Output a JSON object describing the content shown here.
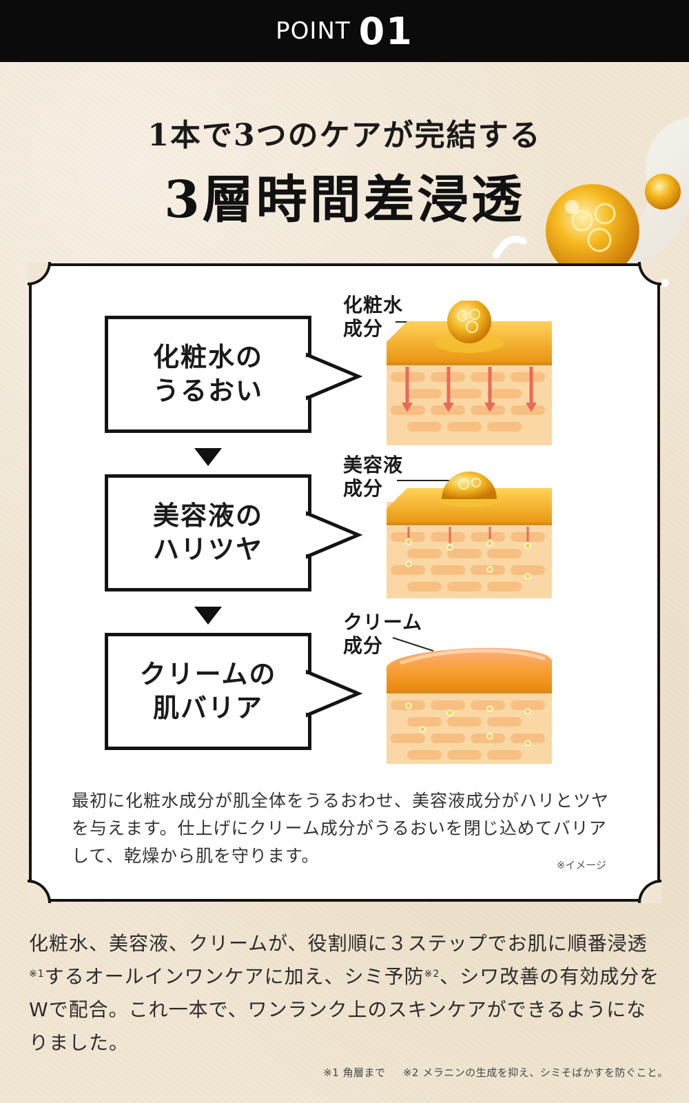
{
  "header": {
    "point_word": "POINT",
    "point_number": "01"
  },
  "heading": {
    "subtitle": "1本で3つのケアが完結する",
    "title": "3層時間差浸透"
  },
  "steps": [
    {
      "line1": "化粧水の",
      "line2": "うるおい",
      "ingredient_line1": "化粧水",
      "ingredient_line2": "成分"
    },
    {
      "line1": "美容液の",
      "line2": "ハリツヤ",
      "ingredient_line1": "美容液",
      "ingredient_line2": "成分"
    },
    {
      "line1": "クリームの",
      "line2": "肌バリア",
      "ingredient_line1": "クリーム",
      "ingredient_line2": "成分"
    }
  ],
  "card": {
    "description": "最初に化粧水成分が肌全体をうるおわせ、美容液成分がハリとツヤを与えます。仕上げにクリーム成分がうるおいを閉じ込めてバリアして、乾燥から肌を守ります。",
    "image_note": "※イメージ"
  },
  "body": {
    "part1": "化粧水、美容液、クリームが、役割順に３ステップでお肌に順番浸透",
    "sup1": "※1",
    "part2": "するオールインワンケアに加え、シミ予防",
    "sup2": "※2",
    "part3": "、シワ改善の有効成分をWで配合。これ一本で、ワンランク上のスキンケアができるようになりました。"
  },
  "footnotes": {
    "note1": "※1 角層まで",
    "note2": "※2 メラニンの生成を抑え、シミそばかすを防ぐこと。"
  },
  "colors": {
    "header_bg": "#0b0b0b",
    "page_bg": "#f1e6d4",
    "gold": "#f2a81e",
    "skin": "#f7c98a",
    "arrow_red": "#e86a5a"
  }
}
